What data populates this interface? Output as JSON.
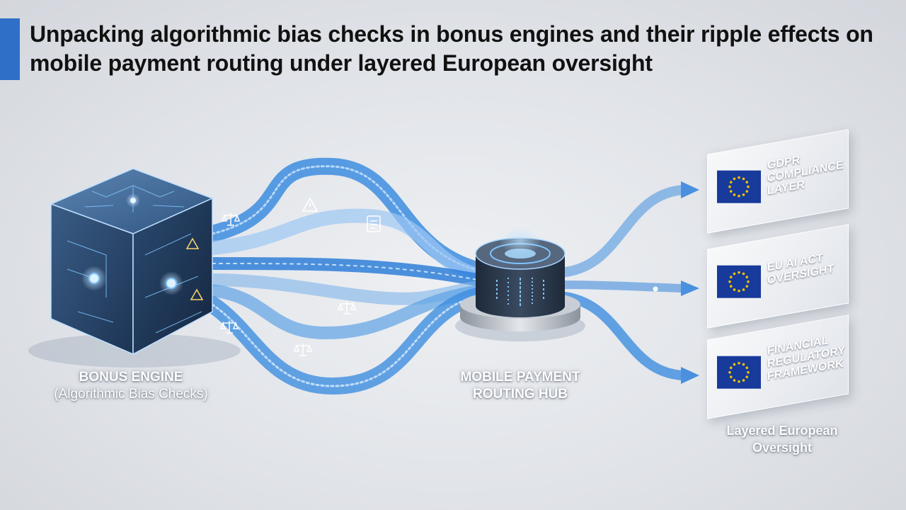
{
  "title": "Unpacking algorithmic bias checks in bonus engines and their ripple effects on mobile payment routing under layered European oversight",
  "nodes": {
    "engine": {
      "label": "BONUS ENGINE",
      "sublabel": "(Algorithmic Bias Checks)"
    },
    "hub": {
      "label_line1": "MOBILE PAYMENT",
      "label_line2": "ROUTING HUB"
    },
    "oversight": {
      "line1": "Layered European",
      "line2": "Oversight"
    }
  },
  "oversight_layers": [
    {
      "line1": "GDPR",
      "line2": "COMPLIANCE",
      "line3": "LAYER"
    },
    {
      "line1": "EU AI ACT",
      "line2": "OVERSIGHT",
      "line3": ""
    },
    {
      "line1": "FINANCIAL",
      "line2": "REGULATORY",
      "line3": "FRAMEWORK"
    }
  ],
  "icons": [
    "scales-icon",
    "warning-icon",
    "document-icon",
    "eu-flag-icon",
    "arrow-icon"
  ],
  "colors": {
    "accent": "#2f6fc8",
    "flow": "#3d8de0",
    "flag": "#173a9b",
    "star": "#f2c200"
  }
}
